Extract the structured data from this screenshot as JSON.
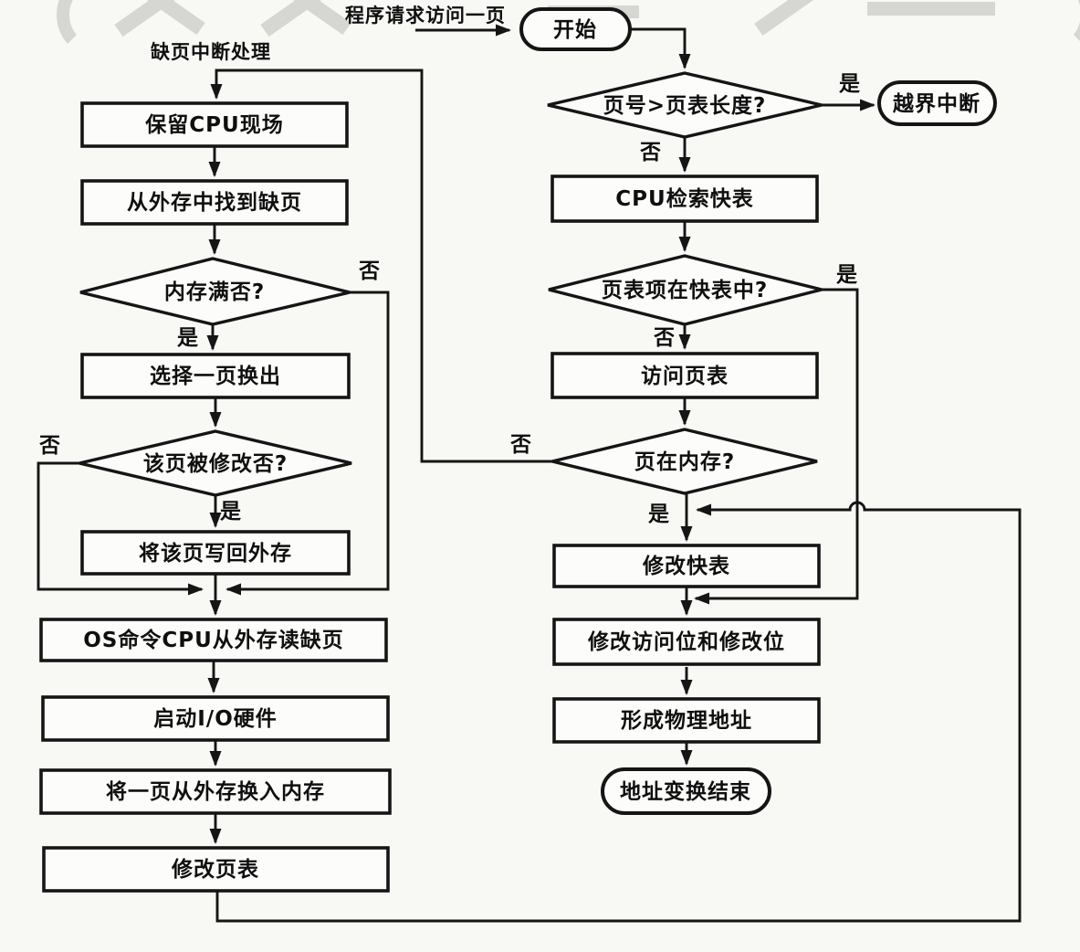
{
  "figure": {
    "description": "页式虚拟存储器地址变换及缺页中断处理流程图",
    "colors": {
      "ink": "#151515",
      "paper": "#f8f8f5",
      "shape_fill": "#fcfcfa",
      "watermark": "#d6d6d2"
    }
  },
  "header": {
    "entry_label": "程序请求访问一页",
    "left_flow_title": "缺页中断处理"
  },
  "branch_labels": {
    "yes": "是",
    "no": "否"
  },
  "nodes": {
    "start": {
      "shape": "terminal",
      "label": "开始"
    },
    "bounds_check": {
      "shape": "decision",
      "label": "页号>页表长度?"
    },
    "out_of_bounds_interrupt": {
      "shape": "terminal",
      "label": "越界中断"
    },
    "cpu_search_tlb": {
      "shape": "process",
      "label": "CPU检索快表"
    },
    "entry_in_tlb": {
      "shape": "decision",
      "label": "页表项在快表中?"
    },
    "access_page_table": {
      "shape": "process",
      "label": "访问页表"
    },
    "page_in_memory": {
      "shape": "decision",
      "label": "页在内存?"
    },
    "update_tlb": {
      "shape": "process",
      "label": "修改快表"
    },
    "update_access_and_modify_bits": {
      "shape": "process",
      "label": "修改访问位和修改位"
    },
    "form_physical_address": {
      "shape": "process",
      "label": "形成物理地址"
    },
    "address_translation_end": {
      "shape": "terminal",
      "label": "地址变换结束"
    },
    "save_cpu_state": {
      "shape": "process",
      "label": "保留CPU现场"
    },
    "find_page_in_backing_store": {
      "shape": "process",
      "label": "从外存中找到缺页"
    },
    "memory_full": {
      "shape": "decision",
      "label": "内存满否?"
    },
    "select_victim_page": {
      "shape": "process",
      "label": "选择一页换出"
    },
    "page_modified": {
      "shape": "decision",
      "label": "该页被修改否?"
    },
    "write_page_back": {
      "shape": "process",
      "label": "将该页写回外存"
    },
    "os_reads_missing_page": {
      "shape": "process",
      "label": "OS命令CPU从外存读缺页"
    },
    "start_io_hardware": {
      "shape": "process",
      "label": "启动I/O硬件"
    },
    "load_page_into_memory": {
      "shape": "process",
      "label": "将一页从外存换入内存"
    },
    "update_page_table": {
      "shape": "process",
      "label": "修改页表"
    }
  }
}
